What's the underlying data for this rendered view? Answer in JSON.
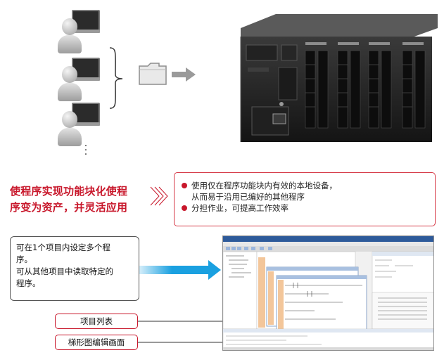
{
  "headline": {
    "line1": "使程序实现功能块化使程",
    "line2": "序变为资产，并灵活应用"
  },
  "benefits": [
    {
      "line1": "使用仅在程序功能块内有效的本地设备，",
      "line2": "从而易于沿用已编好的其他程序"
    },
    {
      "line1": "分担作业，可提高工作效率",
      "line2": ""
    }
  ],
  "info": {
    "line1": "可在1个项目内设定多个程",
    "line2": "序。",
    "line3": "可从其他项目中读取特定的",
    "line4": "程序。"
  },
  "labels": {
    "project_list": "项目列表",
    "ladder_editor": "梯形图编辑画面"
  },
  "colors": {
    "accent_red": "#c8172b",
    "arrow_blue": "#1aa0e0",
    "arrow_gray": "#9a9a9a"
  }
}
